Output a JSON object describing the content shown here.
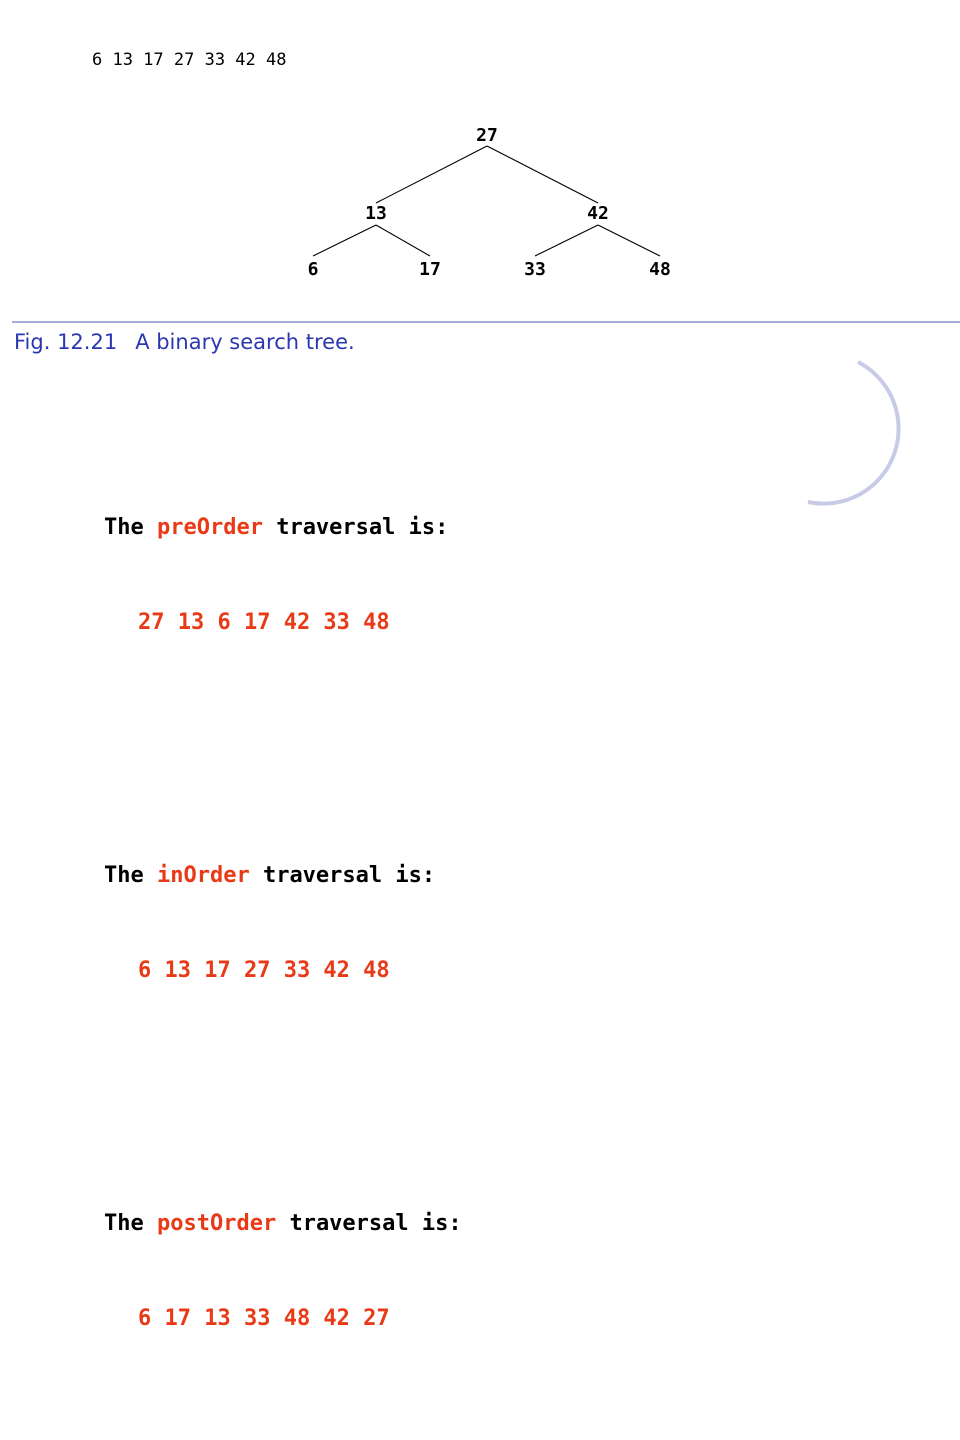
{
  "top_sequence": "6 13 17 27 33 42 48",
  "tree": {
    "nodes": [
      {
        "id": "n27",
        "label": "27"
      },
      {
        "id": "n13",
        "label": "13"
      },
      {
        "id": "n42",
        "label": "42"
      },
      {
        "id": "n6",
        "label": "6"
      },
      {
        "id": "n17",
        "label": "17"
      },
      {
        "id": "n33",
        "label": "33"
      },
      {
        "id": "n48",
        "label": "48"
      }
    ],
    "edges": [
      [
        "n27",
        "n13"
      ],
      [
        "n27",
        "n42"
      ],
      [
        "n13",
        "n6"
      ],
      [
        "n13",
        "n17"
      ],
      [
        "n42",
        "n33"
      ],
      [
        "n42",
        "n48"
      ]
    ]
  },
  "caption": {
    "number": "Fig. 12.21",
    "text": "A binary search tree."
  },
  "traversals": [
    {
      "prefix": "The ",
      "keyword": "preOrder",
      "suffix": " traversal is:",
      "sequence": "27 13 6 17 42 33 48"
    },
    {
      "prefix": "The ",
      "keyword": "inOrder",
      "suffix": " traversal is:",
      "sequence": "6 13 17 27 33 42 48"
    },
    {
      "prefix": "The ",
      "keyword": "postOrder",
      "suffix": " traversal is:",
      "sequence": "6 17 13 33 48 42 27"
    }
  ],
  "colors": {
    "highlight": "#e83a17",
    "caption": "#2b37b0",
    "rule": "#a9acd6",
    "decorative_arc": "#c8cbe8"
  }
}
